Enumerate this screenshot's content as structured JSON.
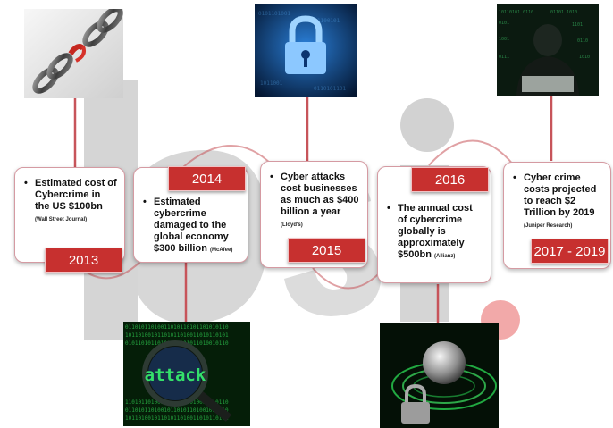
{
  "timeline": [
    {
      "year": "2013",
      "fact": "Estimated cost of Cybercrime in the US $100bn",
      "source": "(Wall Street Journal)"
    },
    {
      "year": "2014",
      "fact": "Estimated cybercrime damaged to the global economy $300 billion",
      "source": "(McAfee)"
    },
    {
      "year": "2015",
      "fact": "Cyber attacks cost businesses as much as $400 billion a year",
      "source": "(Lloyd's)"
    },
    {
      "year": "2016",
      "fact": "The annual cost of cybercrime globally is approximately $500bn",
      "source": "(Allianz)"
    },
    {
      "year": "2017 - 2019",
      "fact": "Cyber crime costs projected to reach $2 Trillion by 2019",
      "source": "(Juniper Research)"
    }
  ],
  "images": {
    "attack_label": "attack"
  },
  "colors": {
    "year_badge": "#c7302f",
    "connector": "#c7545a",
    "card_border": "#d59aa2",
    "watermark": "#d3d3d3",
    "watermark_dot": "#f2a9a9"
  },
  "icons": [
    "broken-chain-icon",
    "padlock-icon",
    "hacker-icon",
    "magnifier-icon",
    "globe-padlock-icon"
  ]
}
